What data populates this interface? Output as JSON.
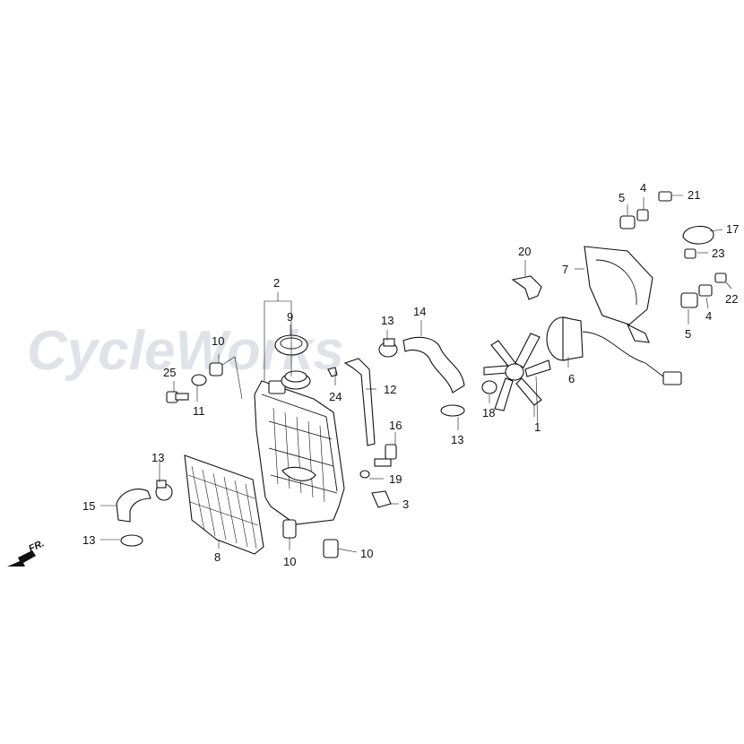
{
  "watermark": {
    "text": "CycleWorks"
  },
  "direction_indicator": {
    "label": "FR."
  },
  "callouts": [
    {
      "id": "c1",
      "label": "1"
    },
    {
      "id": "c2",
      "label": "2"
    },
    {
      "id": "c3",
      "label": "3"
    },
    {
      "id": "c4a",
      "label": "4"
    },
    {
      "id": "c4b",
      "label": "4"
    },
    {
      "id": "c5a",
      "label": "5"
    },
    {
      "id": "c5b",
      "label": "5"
    },
    {
      "id": "c6",
      "label": "6"
    },
    {
      "id": "c7",
      "label": "7"
    },
    {
      "id": "c8",
      "label": "8"
    },
    {
      "id": "c9",
      "label": "9"
    },
    {
      "id": "c10a",
      "label": "10"
    },
    {
      "id": "c10b",
      "label": "10"
    },
    {
      "id": "c10c",
      "label": "10"
    },
    {
      "id": "c11",
      "label": "11"
    },
    {
      "id": "c12",
      "label": "12"
    },
    {
      "id": "c13a",
      "label": "13"
    },
    {
      "id": "c13b",
      "label": "13"
    },
    {
      "id": "c13c",
      "label": "13"
    },
    {
      "id": "c13d",
      "label": "13"
    },
    {
      "id": "c14",
      "label": "14"
    },
    {
      "id": "c15",
      "label": "15"
    },
    {
      "id": "c16",
      "label": "16"
    },
    {
      "id": "c17",
      "label": "17"
    },
    {
      "id": "c18",
      "label": "18"
    },
    {
      "id": "c19",
      "label": "19"
    },
    {
      "id": "c20",
      "label": "20"
    },
    {
      "id": "c21",
      "label": "21"
    },
    {
      "id": "c22",
      "label": "22"
    },
    {
      "id": "c23",
      "label": "23"
    },
    {
      "id": "c24",
      "label": "24"
    },
    {
      "id": "c25",
      "label": "25"
    }
  ]
}
